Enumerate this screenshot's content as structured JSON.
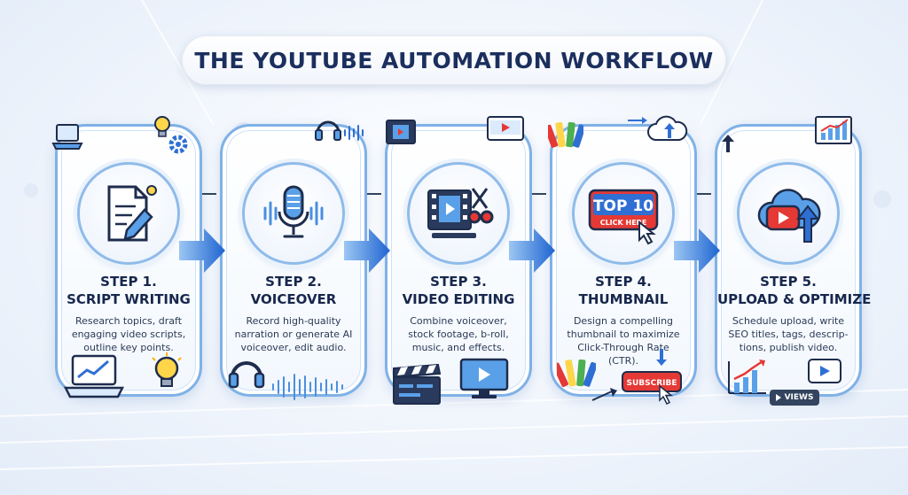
{
  "title": "THE YOUTUBE AUTOMATION WORKFLOW",
  "colors": {
    "navy": "#1b2f5e",
    "card_border": "#7fb1e6",
    "accent_blue": "#2f6fd3",
    "youtube_red": "#e53935"
  },
  "steps": [
    {
      "number": "STEP 1.",
      "title": "SCRIPT WRITING",
      "description": "Research topics, draft engaging video scripts, outline key points.",
      "icon": "script-document-icon"
    },
    {
      "number": "STEP 2.",
      "title": "VOICEOVER",
      "description": "Record high-quality narration or generate AI voiceover, edit audio.",
      "icon": "microphone-icon"
    },
    {
      "number": "STEP 3.",
      "title": "VIDEO EDITING",
      "description": "Combine voiceover, stock footage, b-roll, music, and effects.",
      "icon": "film-scissors-icon"
    },
    {
      "number": "STEP 4.",
      "title": "THUMBNAIL",
      "description": "Design a compelling thumbnail to maximize Click-Through Rate (CTR).",
      "icon": "thumbnail-icon",
      "thumb_big": "TOP 10",
      "thumb_small": "CLICK HERE"
    },
    {
      "number": "STEP 5.",
      "title": "UPLOAD & OPTIMIZE",
      "description": "Schedule upload, write SEO titles, tags, descrip-tions, publish video.",
      "icon": "upload-play-icon"
    }
  ],
  "decor": {
    "subscribe_label": "SUBSCRIBE",
    "views_label": "VIEWS"
  }
}
